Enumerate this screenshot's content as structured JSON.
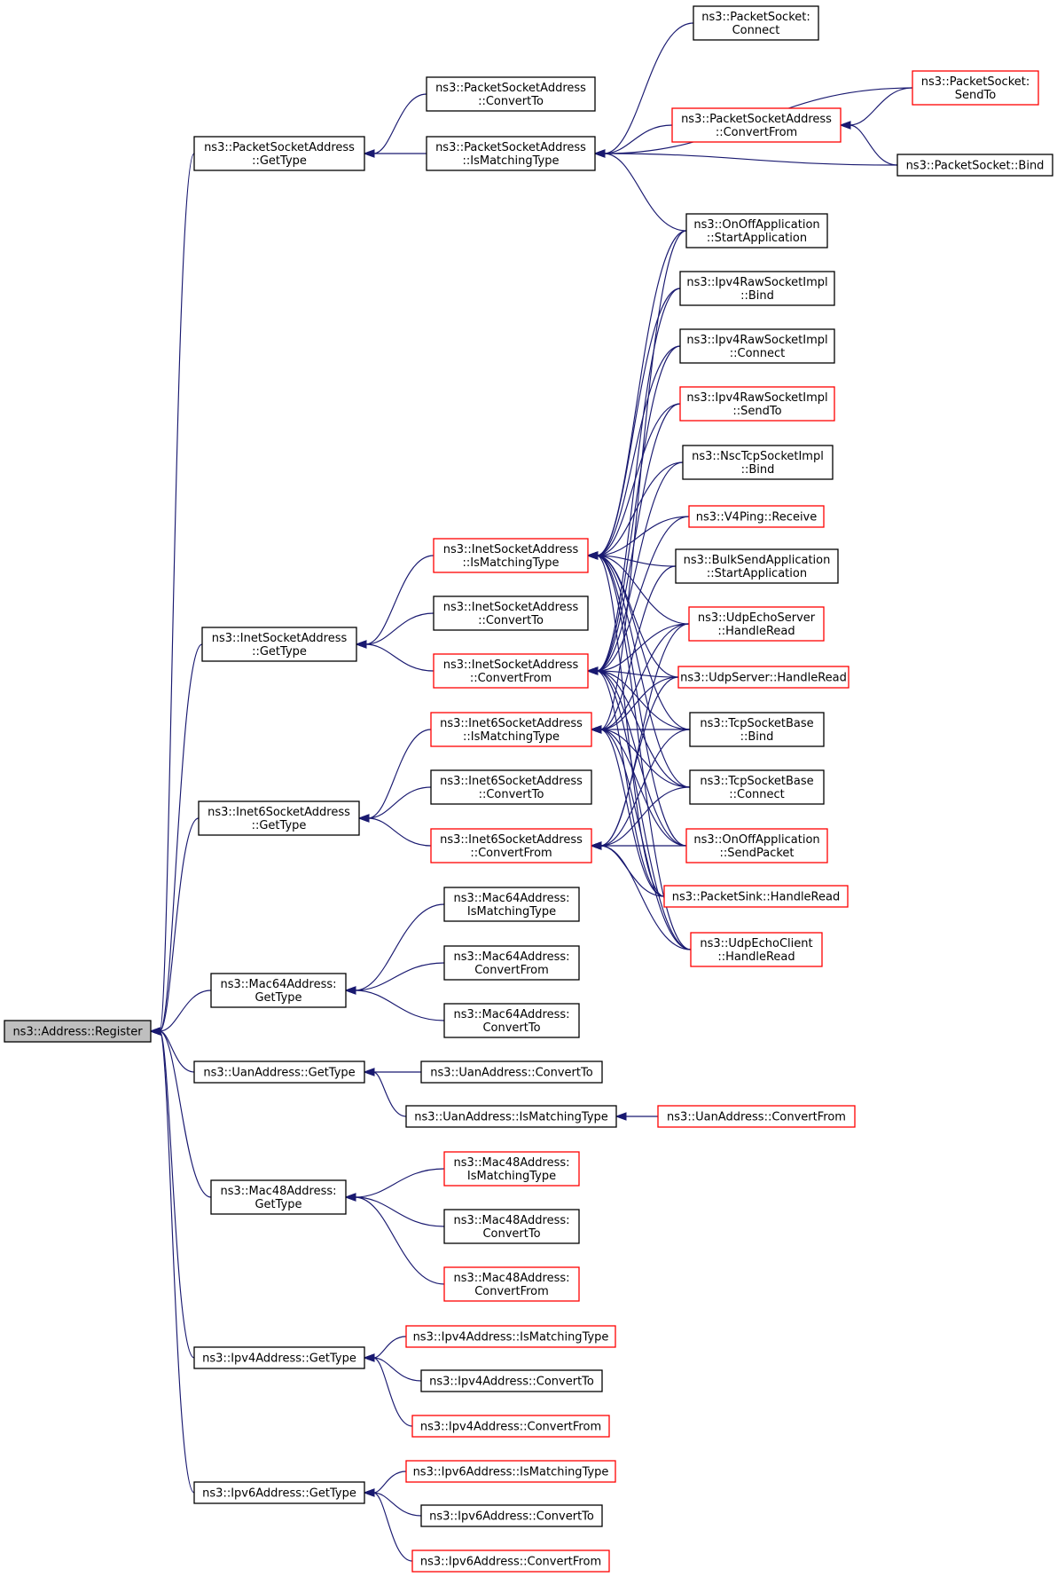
{
  "colors": {
    "edge": "#191970",
    "node_border": "#000000",
    "red_border": "#ff0000",
    "root_fill": "#bfbfbf",
    "background": "#ffffff"
  },
  "nodes": [
    {
      "id": "root",
      "lines": [
        "ns3::Address::Register"
      ],
      "style": "root"
    },
    {
      "id": "psa_gt",
      "lines": [
        "ns3::PacketSocketAddress",
        "::GetType"
      ],
      "style": "black"
    },
    {
      "id": "isa_gt",
      "lines": [
        "ns3::InetSocketAddress",
        "::GetType"
      ],
      "style": "black"
    },
    {
      "id": "i6sa_gt",
      "lines": [
        "ns3::Inet6SocketAddress",
        "::GetType"
      ],
      "style": "black"
    },
    {
      "id": "m64_gt",
      "lines": [
        "ns3::Mac64Address:",
        "GetType"
      ],
      "style": "black"
    },
    {
      "id": "uan_gt",
      "lines": [
        "ns3::UanAddress::GetType"
      ],
      "style": "black"
    },
    {
      "id": "m48_gt",
      "lines": [
        "ns3::Mac48Address:",
        "GetType"
      ],
      "style": "black"
    },
    {
      "id": "ip4_gt",
      "lines": [
        "ns3::Ipv4Address::GetType"
      ],
      "style": "black"
    },
    {
      "id": "ip6_gt",
      "lines": [
        "ns3::Ipv6Address::GetType"
      ],
      "style": "black"
    },
    {
      "id": "psa_ct",
      "lines": [
        "ns3::PacketSocketAddress",
        "::ConvertTo"
      ],
      "style": "black"
    },
    {
      "id": "psa_imt",
      "lines": [
        "ns3::PacketSocketAddress",
        "::IsMatchingType"
      ],
      "style": "black"
    },
    {
      "id": "isa_imt",
      "lines": [
        "ns3::InetSocketAddress",
        "::IsMatchingType"
      ],
      "style": "red"
    },
    {
      "id": "isa_ct",
      "lines": [
        "ns3::InetSocketAddress",
        "::ConvertTo"
      ],
      "style": "black"
    },
    {
      "id": "isa_cf",
      "lines": [
        "ns3::InetSocketAddress",
        "::ConvertFrom"
      ],
      "style": "red"
    },
    {
      "id": "i6sa_imt",
      "lines": [
        "ns3::Inet6SocketAddress",
        "::IsMatchingType"
      ],
      "style": "red"
    },
    {
      "id": "i6sa_ct",
      "lines": [
        "ns3::Inet6SocketAddress",
        "::ConvertTo"
      ],
      "style": "black"
    },
    {
      "id": "i6sa_cf",
      "lines": [
        "ns3::Inet6SocketAddress",
        "::ConvertFrom"
      ],
      "style": "red"
    },
    {
      "id": "m64_imt",
      "lines": [
        "ns3::Mac64Address:",
        "IsMatchingType"
      ],
      "style": "black"
    },
    {
      "id": "m64_cf",
      "lines": [
        "ns3::Mac64Address:",
        "ConvertFrom"
      ],
      "style": "black"
    },
    {
      "id": "m64_ct",
      "lines": [
        "ns3::Mac64Address:",
        "ConvertTo"
      ],
      "style": "black"
    },
    {
      "id": "uan_ct",
      "lines": [
        "ns3::UanAddress::ConvertTo"
      ],
      "style": "black"
    },
    {
      "id": "uan_imt",
      "lines": [
        "ns3::UanAddress::IsMatchingType"
      ],
      "style": "black"
    },
    {
      "id": "m48_imt",
      "lines": [
        "ns3::Mac48Address:",
        "IsMatchingType"
      ],
      "style": "red"
    },
    {
      "id": "m48_ct",
      "lines": [
        "ns3::Mac48Address:",
        "ConvertTo"
      ],
      "style": "black"
    },
    {
      "id": "m48_cf",
      "lines": [
        "ns3::Mac48Address:",
        "ConvertFrom"
      ],
      "style": "red"
    },
    {
      "id": "ip4_imt",
      "lines": [
        "ns3::Ipv4Address::IsMatchingType"
      ],
      "style": "red"
    },
    {
      "id": "ip4_ct",
      "lines": [
        "ns3::Ipv4Address::ConvertTo"
      ],
      "style": "black"
    },
    {
      "id": "ip4_cf",
      "lines": [
        "ns3::Ipv4Address::ConvertFrom"
      ],
      "style": "red"
    },
    {
      "id": "ip6_imt",
      "lines": [
        "ns3::Ipv6Address::IsMatchingType"
      ],
      "style": "red"
    },
    {
      "id": "ip6_ct",
      "lines": [
        "ns3::Ipv6Address::ConvertTo"
      ],
      "style": "black"
    },
    {
      "id": "ip6_cf",
      "lines": [
        "ns3::Ipv6Address::ConvertFrom"
      ],
      "style": "red"
    },
    {
      "id": "ps_connect",
      "lines": [
        "ns3::PacketSocket:",
        "Connect"
      ],
      "style": "black"
    },
    {
      "id": "ps_sendto",
      "lines": [
        "ns3::PacketSocket:",
        "SendTo"
      ],
      "style": "red"
    },
    {
      "id": "psa_cf",
      "lines": [
        "ns3::PacketSocketAddress",
        "::ConvertFrom"
      ],
      "style": "red"
    },
    {
      "id": "ps_bind",
      "lines": [
        "ns3::PacketSocket::Bind"
      ],
      "style": "black"
    },
    {
      "id": "onoff_start",
      "lines": [
        "ns3::OnOffApplication",
        "::StartApplication"
      ],
      "style": "black"
    },
    {
      "id": "ipv4raw_bind",
      "lines": [
        "ns3::Ipv4RawSocketImpl",
        "::Bind"
      ],
      "style": "black"
    },
    {
      "id": "ipv4raw_connect",
      "lines": [
        "ns3::Ipv4RawSocketImpl",
        "::Connect"
      ],
      "style": "black"
    },
    {
      "id": "ipv4raw_sendto",
      "lines": [
        "ns3::Ipv4RawSocketImpl",
        "::SendTo"
      ],
      "style": "red"
    },
    {
      "id": "nsc_bind",
      "lines": [
        "ns3::NscTcpSocketImpl",
        "::Bind"
      ],
      "style": "black"
    },
    {
      "id": "v4ping_recv",
      "lines": [
        "ns3::V4Ping::Receive"
      ],
      "style": "red"
    },
    {
      "id": "bulk_start",
      "lines": [
        "ns3::BulkSendApplication",
        "::StartApplication"
      ],
      "style": "black"
    },
    {
      "id": "ues_hr",
      "lines": [
        "ns3::UdpEchoServer",
        "::HandleRead"
      ],
      "style": "red"
    },
    {
      "id": "us_hr",
      "lines": [
        "ns3::UdpServer::HandleRead"
      ],
      "style": "red"
    },
    {
      "id": "tcp_bind",
      "lines": [
        "ns3::TcpSocketBase",
        "::Bind"
      ],
      "style": "black"
    },
    {
      "id": "tcp_connect",
      "lines": [
        "ns3::TcpSocketBase",
        "::Connect"
      ],
      "style": "black"
    },
    {
      "id": "onoff_send",
      "lines": [
        "ns3::OnOffApplication",
        "::SendPacket"
      ],
      "style": "red"
    },
    {
      "id": "psink_hr",
      "lines": [
        "ns3::PacketSink::HandleRead"
      ],
      "style": "red"
    },
    {
      "id": "uec_hr",
      "lines": [
        "ns3::UdpEchoClient",
        "::HandleRead"
      ],
      "style": "red"
    },
    {
      "id": "uan_cf",
      "lines": [
        "ns3::UanAddress::ConvertFrom"
      ],
      "style": "red"
    }
  ],
  "edges": [
    [
      "psa_gt",
      "root"
    ],
    [
      "isa_gt",
      "root"
    ],
    [
      "i6sa_gt",
      "root"
    ],
    [
      "m64_gt",
      "root"
    ],
    [
      "uan_gt",
      "root"
    ],
    [
      "m48_gt",
      "root"
    ],
    [
      "ip4_gt",
      "root"
    ],
    [
      "ip6_gt",
      "root"
    ],
    [
      "psa_ct",
      "psa_gt"
    ],
    [
      "psa_imt",
      "psa_gt"
    ],
    [
      "ps_connect",
      "psa_imt"
    ],
    [
      "ps_sendto",
      "psa_imt"
    ],
    [
      "psa_cf",
      "psa_imt"
    ],
    [
      "ps_bind",
      "psa_imt"
    ],
    [
      "onoff_start",
      "psa_imt"
    ],
    [
      "ps_sendto",
      "psa_cf"
    ],
    [
      "ps_bind",
      "psa_cf"
    ],
    [
      "isa_imt",
      "isa_gt"
    ],
    [
      "isa_ct",
      "isa_gt"
    ],
    [
      "isa_cf",
      "isa_gt"
    ],
    [
      "onoff_start",
      "isa_imt"
    ],
    [
      "ipv4raw_bind",
      "isa_imt"
    ],
    [
      "ipv4raw_connect",
      "isa_imt"
    ],
    [
      "ipv4raw_sendto",
      "isa_imt"
    ],
    [
      "nsc_bind",
      "isa_imt"
    ],
    [
      "v4ping_recv",
      "isa_imt"
    ],
    [
      "bulk_start",
      "isa_imt"
    ],
    [
      "ues_hr",
      "isa_imt"
    ],
    [
      "us_hr",
      "isa_imt"
    ],
    [
      "tcp_bind",
      "isa_imt"
    ],
    [
      "tcp_connect",
      "isa_imt"
    ],
    [
      "onoff_send",
      "isa_imt"
    ],
    [
      "psink_hr",
      "isa_imt"
    ],
    [
      "uec_hr",
      "isa_imt"
    ],
    [
      "ipv4raw_bind",
      "isa_cf"
    ],
    [
      "ipv4raw_connect",
      "isa_cf"
    ],
    [
      "ipv4raw_sendto",
      "isa_cf"
    ],
    [
      "nsc_bind",
      "isa_cf"
    ],
    [
      "v4ping_recv",
      "isa_cf"
    ],
    [
      "ues_hr",
      "isa_cf"
    ],
    [
      "us_hr",
      "isa_cf"
    ],
    [
      "tcp_bind",
      "isa_cf"
    ],
    [
      "tcp_connect",
      "isa_cf"
    ],
    [
      "onoff_send",
      "isa_cf"
    ],
    [
      "psink_hr",
      "isa_cf"
    ],
    [
      "uec_hr",
      "isa_cf"
    ],
    [
      "i6sa_imt",
      "i6sa_gt"
    ],
    [
      "i6sa_ct",
      "i6sa_gt"
    ],
    [
      "i6sa_cf",
      "i6sa_gt"
    ],
    [
      "onoff_start",
      "i6sa_imt"
    ],
    [
      "bulk_start",
      "i6sa_imt"
    ],
    [
      "ues_hr",
      "i6sa_imt"
    ],
    [
      "us_hr",
      "i6sa_imt"
    ],
    [
      "tcp_bind",
      "i6sa_imt"
    ],
    [
      "tcp_connect",
      "i6sa_imt"
    ],
    [
      "onoff_send",
      "i6sa_imt"
    ],
    [
      "psink_hr",
      "i6sa_imt"
    ],
    [
      "uec_hr",
      "i6sa_imt"
    ],
    [
      "ues_hr",
      "i6sa_cf"
    ],
    [
      "us_hr",
      "i6sa_cf"
    ],
    [
      "tcp_bind",
      "i6sa_cf"
    ],
    [
      "tcp_connect",
      "i6sa_cf"
    ],
    [
      "onoff_send",
      "i6sa_cf"
    ],
    [
      "psink_hr",
      "i6sa_cf"
    ],
    [
      "uec_hr",
      "i6sa_cf"
    ],
    [
      "m64_imt",
      "m64_gt"
    ],
    [
      "m64_cf",
      "m64_gt"
    ],
    [
      "m64_ct",
      "m64_gt"
    ],
    [
      "uan_ct",
      "uan_gt"
    ],
    [
      "uan_imt",
      "uan_gt"
    ],
    [
      "uan_cf",
      "uan_imt"
    ],
    [
      "m48_imt",
      "m48_gt"
    ],
    [
      "m48_ct",
      "m48_gt"
    ],
    [
      "m48_cf",
      "m48_gt"
    ],
    [
      "ip4_imt",
      "ip4_gt"
    ],
    [
      "ip4_ct",
      "ip4_gt"
    ],
    [
      "ip4_cf",
      "ip4_gt"
    ],
    [
      "ip6_imt",
      "ip6_gt"
    ],
    [
      "ip6_ct",
      "ip6_gt"
    ],
    [
      "ip6_cf",
      "ip6_gt"
    ]
  ]
}
